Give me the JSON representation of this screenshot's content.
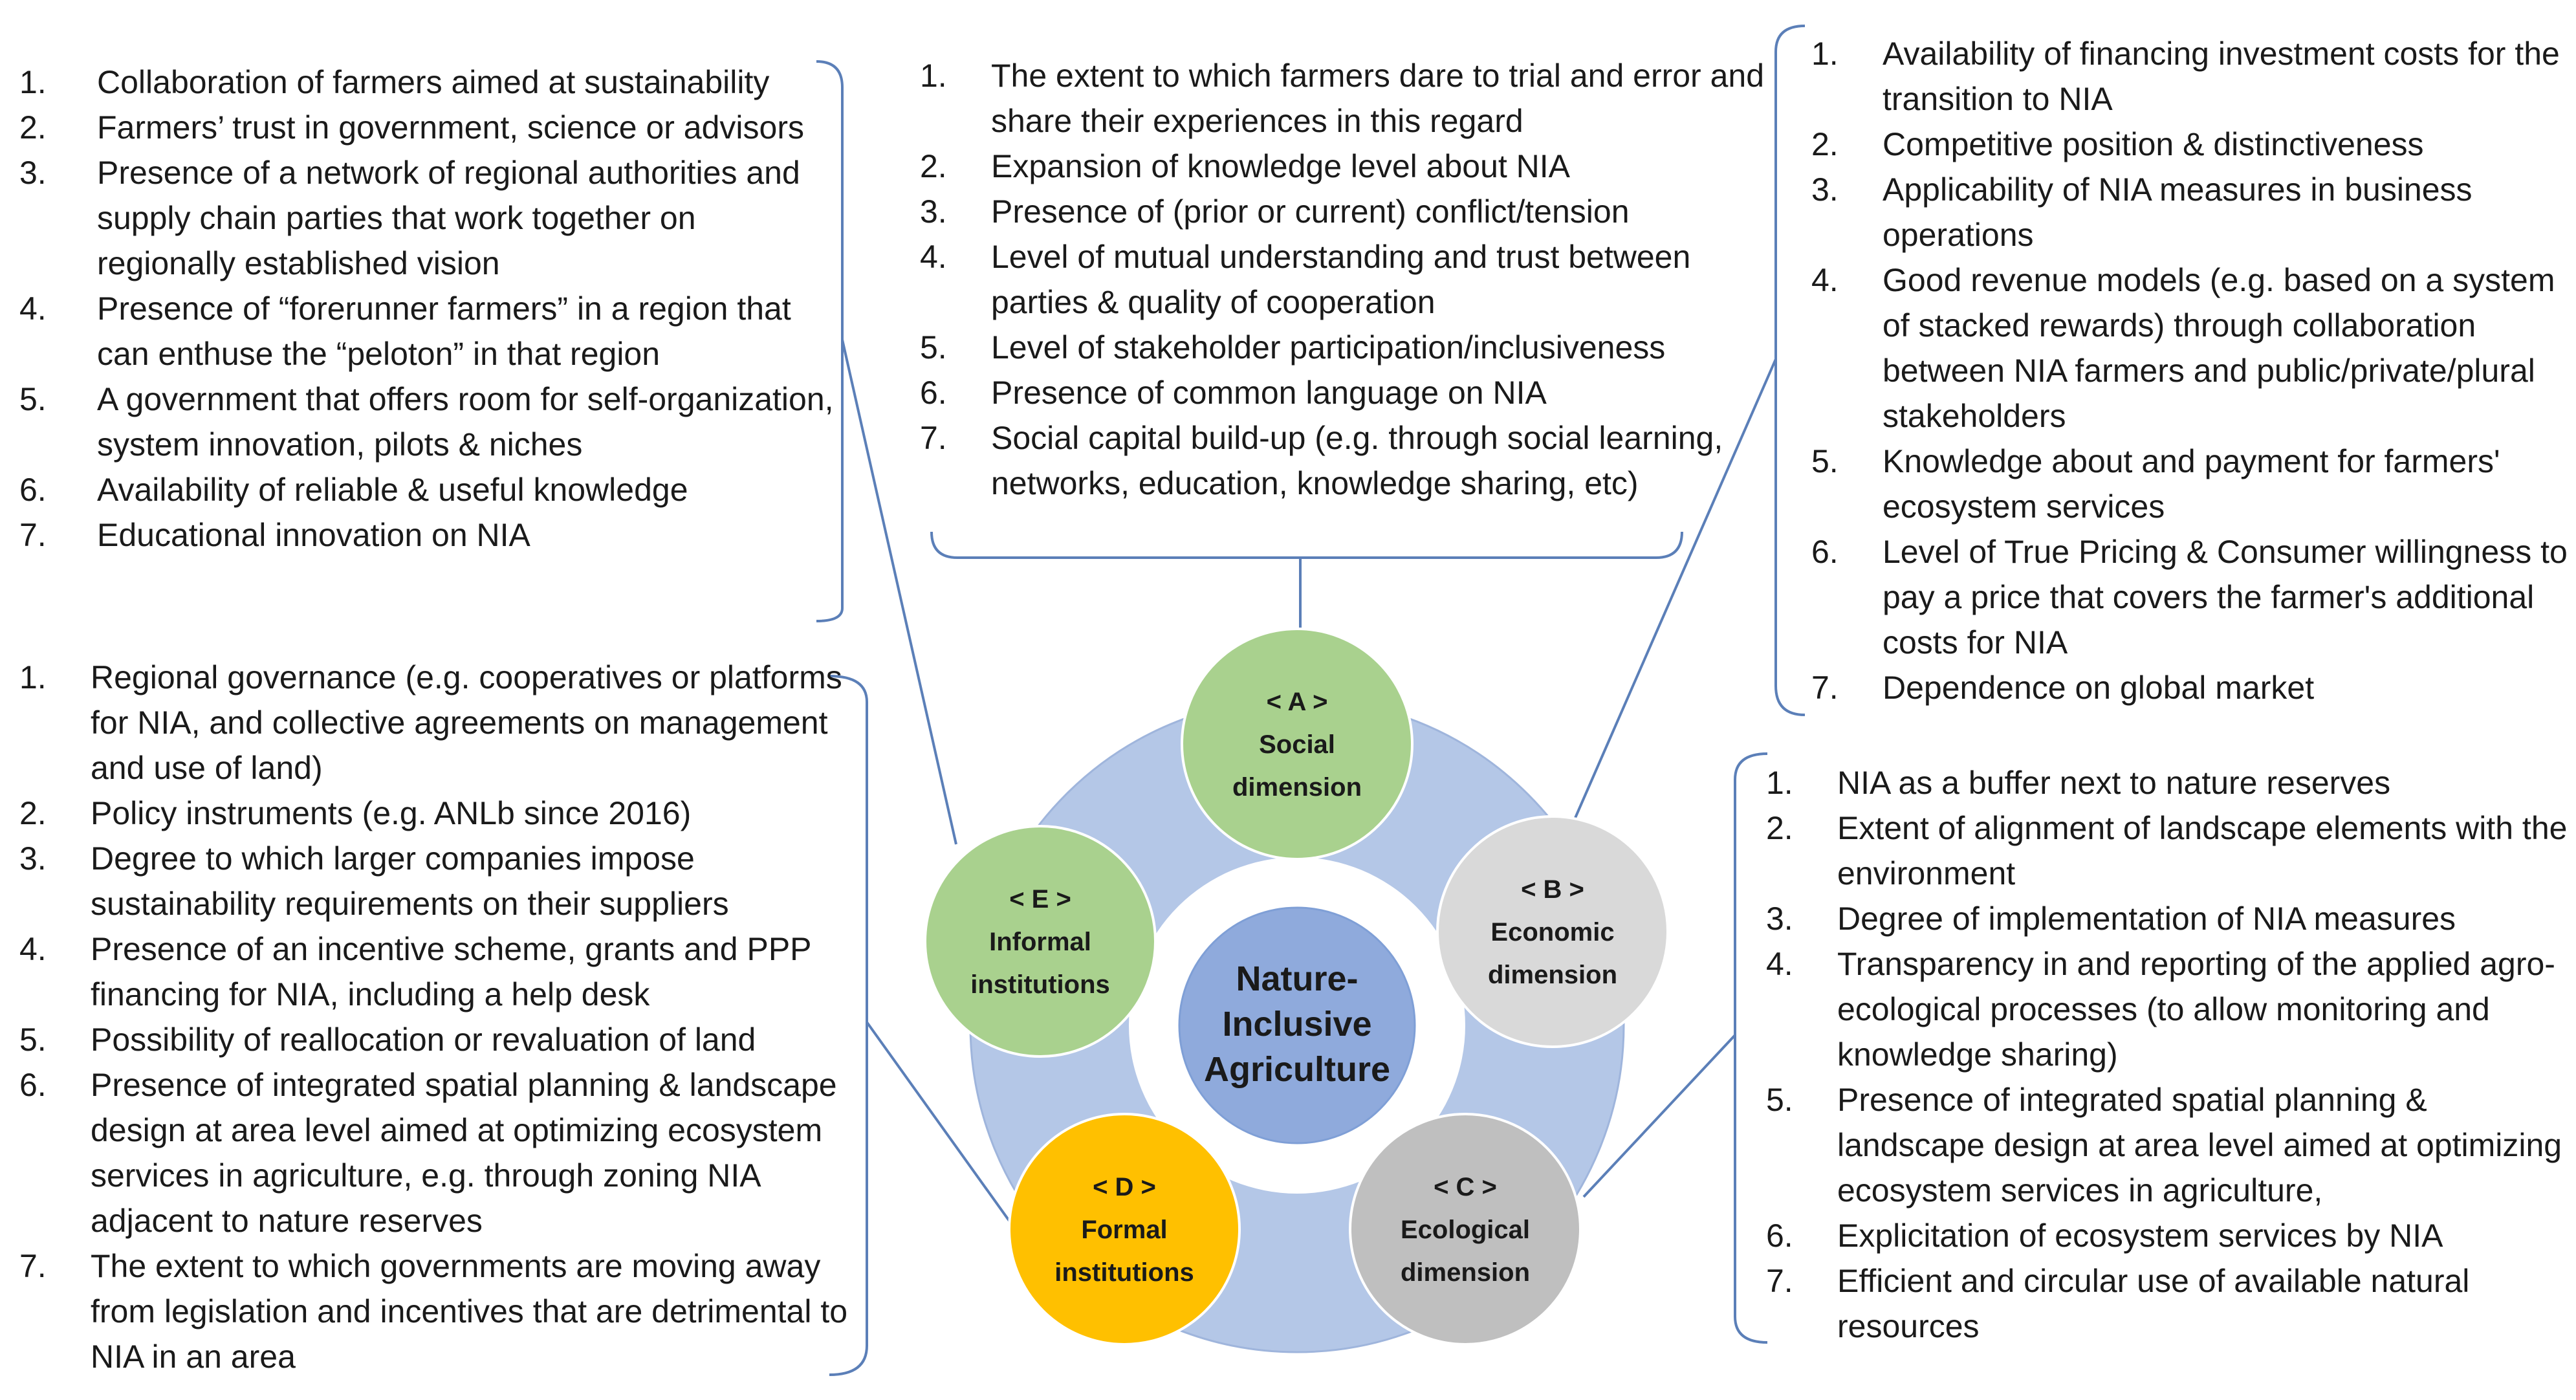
{
  "diagram": {
    "center": {
      "label": [
        "Nature-",
        "Inclusive",
        "Agriculture"
      ]
    },
    "dimensions": {
      "A": {
        "code": "< A >",
        "label": [
          "Social",
          "dimension"
        ],
        "color": "#a9d18e"
      },
      "B": {
        "code": "< B >",
        "label": [
          "Economic",
          "dimension"
        ],
        "color": "#d9d9d9"
      },
      "C": {
        "code": "< C >",
        "label": [
          "Ecological",
          "dimension"
        ],
        "color": "#bfbfbf"
      },
      "D": {
        "code": "< D >",
        "label": [
          "Formal",
          "institutions"
        ],
        "color": "#ffc000"
      },
      "E": {
        "code": "< E >",
        "label": [
          "Informal",
          "institutions"
        ],
        "color": "#a9d18e"
      }
    },
    "ring_color": "#b4c7e7",
    "center_color": "#8faadc",
    "line_color": "#5b7fb8"
  },
  "lists": {
    "informal": [
      "Collaboration of farmers aimed at sustainability",
      "Farmers’ trust in government, science or advisors",
      "Presence of a network of regional authorities and supply chain parties that work together on regionally established vision",
      "Presence of “forerunner farmers” in a region that can enthuse the “peloton” in that region",
      "A government that offers room for self-organization, system innovation, pilots & niches",
      "Availability of reliable & useful knowledge",
      "Educational innovation on NIA"
    ],
    "social": [
      "The extent to which farmers dare to trial and error and share their experiences in this regard",
      "Expansion of knowledge level about NIA",
      "Presence of (prior or current) conflict/tension",
      "Level of mutual understanding and trust between parties & quality of cooperation",
      "Level of stakeholder participation/inclusiveness",
      "Presence of common language on NIA",
      "Social capital build-up (e.g. through social learning, networks, education, knowledge sharing, etc)"
    ],
    "economic": [
      "Availability of financing investment costs for the transition to NIA",
      "Competitive position & distinctiveness",
      "Applicability of NIA measures in business operations",
      "Good revenue models (e.g. based on a system of stacked rewards) through collaboration between NIA farmers and public/private/plural stakeholders",
      "Knowledge about and payment for farmers' ecosystem services",
      "Level of True Pricing & Consumer willingness to pay a price that covers the farmer's additional costs for NIA",
      "Dependence on global market"
    ],
    "formal": [
      "Regional governance (e.g. cooperatives or platforms for NIA, and collective agreements on management and use of land)",
      "Policy instruments (e.g. ANLb since 2016)",
      "Degree to which larger companies impose sustainability requirements on their suppliers",
      "Presence of an incentive scheme, grants and PPP financing for NIA, including a help desk",
      "Possibility of reallocation or revaluation of land",
      "Presence of integrated spatial planning & landscape design at area level aimed at optimizing ecosystem services in agriculture, e.g. through zoning NIA adjacent to nature reserves",
      "The extent to which governments are moving away from legislation and incentives that are detrimental to NIA in an area"
    ],
    "ecological": [
      "NIA as a buffer next to nature reserves",
      "Extent of alignment of landscape elements with the environment",
      "Degree of implementation of NIA measures",
      "Transparency in and reporting of the applied agro-ecological processes (to allow monitoring and knowledge sharing)",
      "Presence of integrated spatial planning & landscape design at area level aimed at optimizing ecosystem services in agriculture,",
      "Explicitation of ecosystem services by NIA",
      "Efficient and circular use of available natural resources"
    ]
  }
}
